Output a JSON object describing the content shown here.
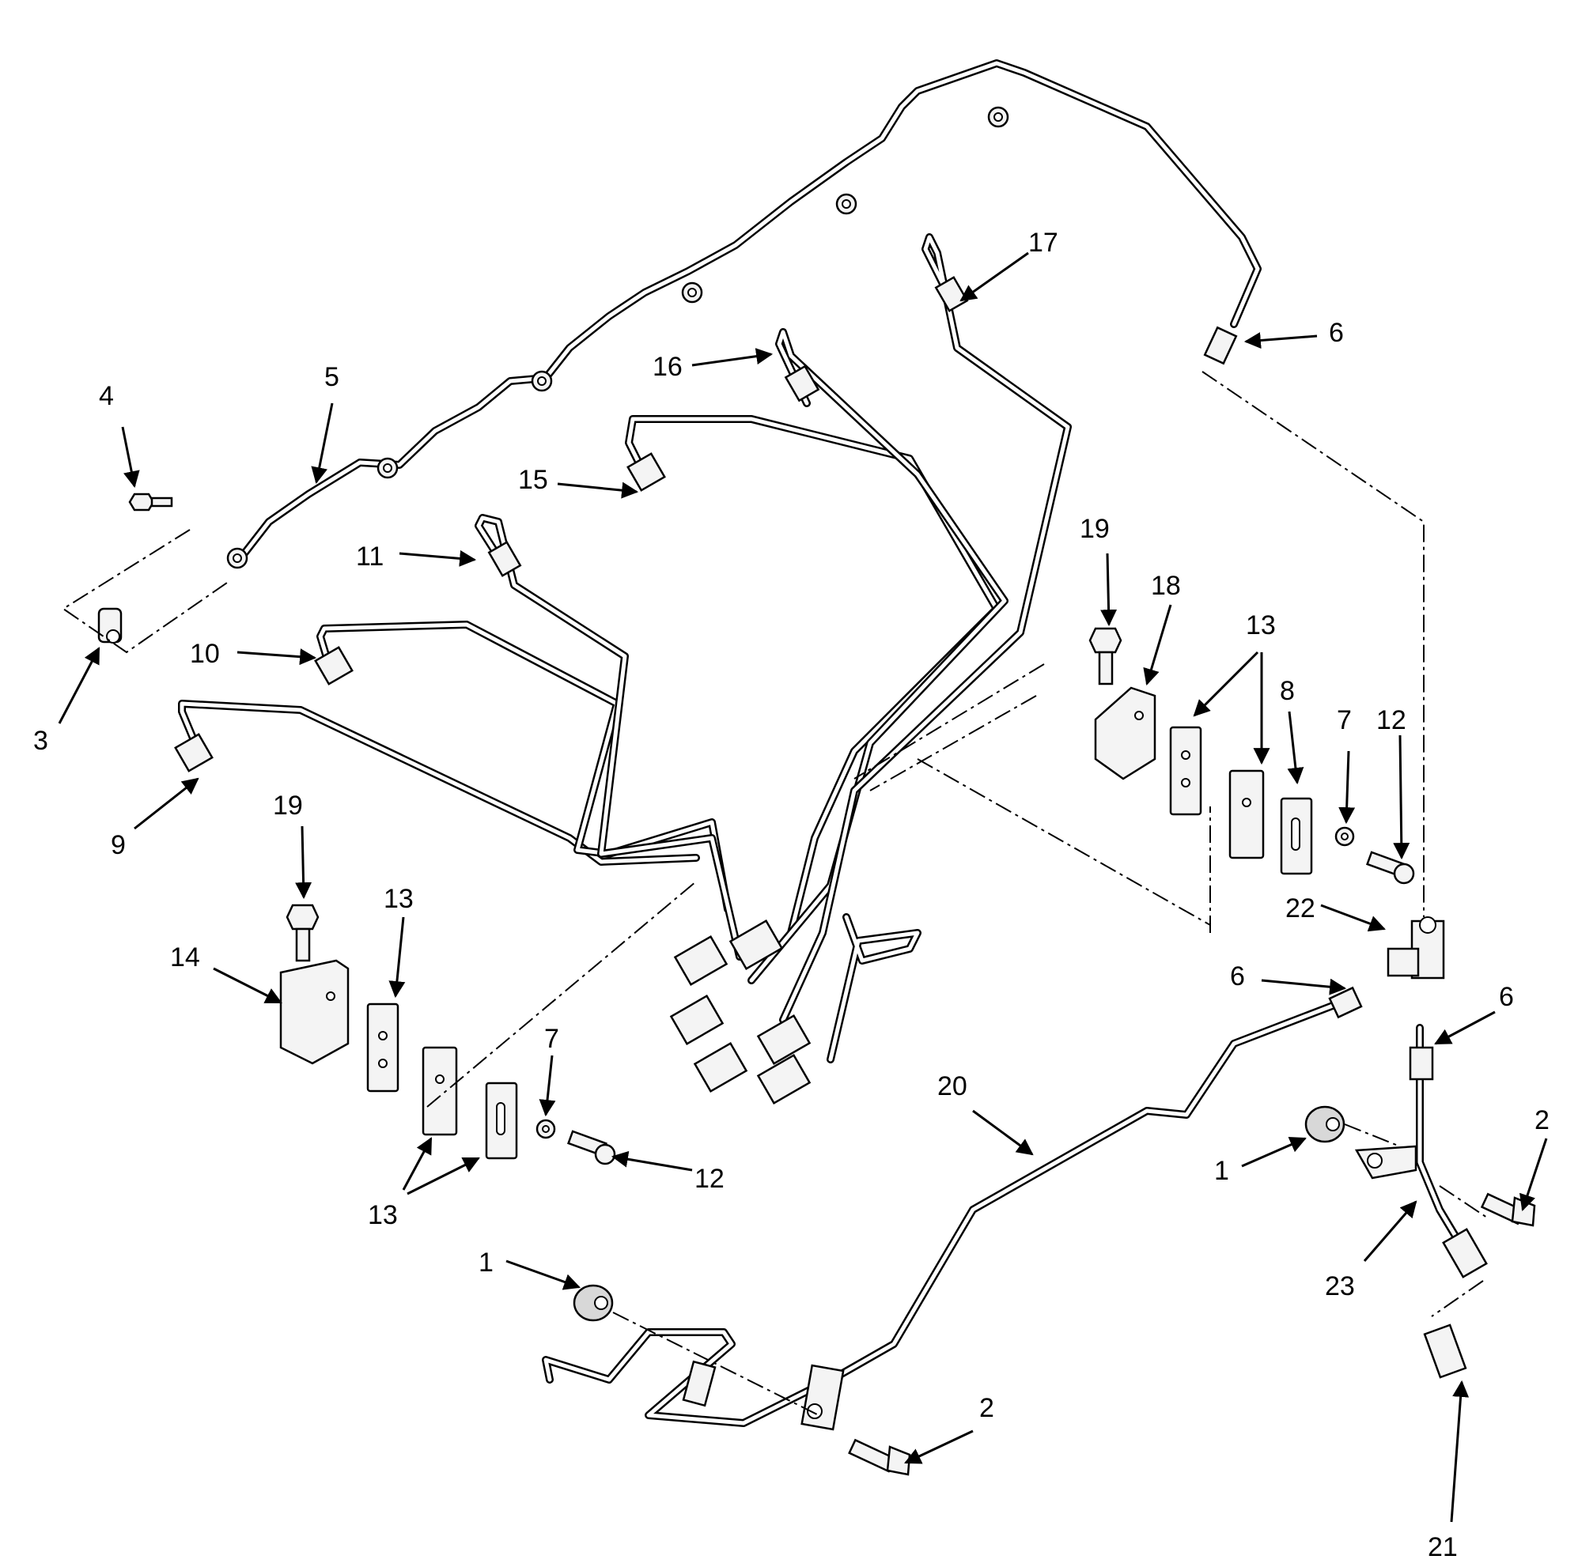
{
  "diagram": {
    "callouts": {
      "c1a": "1",
      "c1b": "1",
      "c2a": "2",
      "c2b": "2",
      "c3": "3",
      "c4": "4",
      "c5": "5",
      "c6a": "6",
      "c6b": "6",
      "c6c": "6",
      "c7a": "7",
      "c7b": "7",
      "c8": "8",
      "c9": "9",
      "c10": "10",
      "c11": "11",
      "c12a": "12",
      "c12b": "12",
      "c13a": "13",
      "c13b": "13",
      "c13c": "13",
      "c14": "14",
      "c15": "15",
      "c16": "16",
      "c17": "17",
      "c18": "18",
      "c19a": "19",
      "c19b": "19",
      "c20": "20",
      "c21": "21",
      "c22": "22",
      "c23": "23"
    }
  }
}
